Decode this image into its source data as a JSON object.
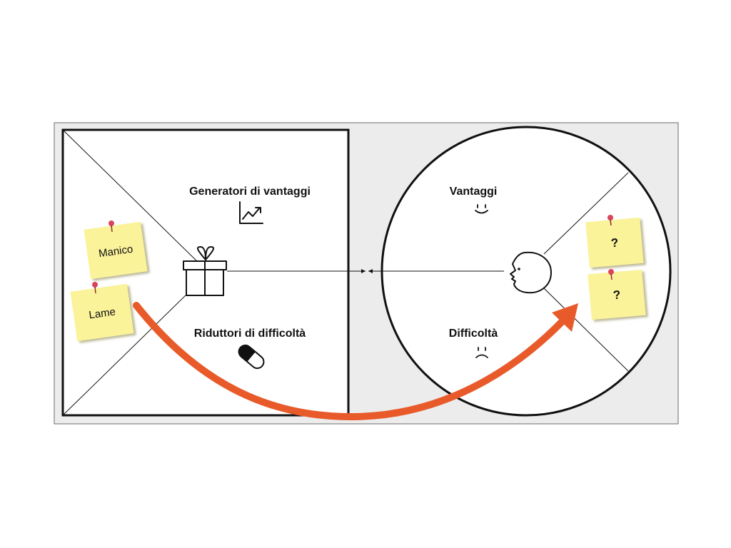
{
  "colors": {
    "frame_bg": "#ececec",
    "frame_border": "#6b6b6b",
    "line": "#111111",
    "sticky_note": "#fbf39a",
    "sticky_shadow": "#c9c37a",
    "pin": "#d9455a",
    "arrow": "#e85a2a"
  },
  "value_map": {
    "gain_creators": {
      "label": "Generatori di vantaggi",
      "icon": "chart-trend-icon"
    },
    "pain_relievers": {
      "label": "Riduttori di difficoltà",
      "icon": "pill-icon"
    },
    "products_services": {
      "icon": "gift-icon"
    },
    "notes": [
      {
        "text": "Manico"
      },
      {
        "text": "Lame"
      }
    ]
  },
  "customer_profile": {
    "gains": {
      "label": "Vantaggi",
      "icon": "smile-icon"
    },
    "pains": {
      "label": "Difficoltà",
      "icon": "frown-icon"
    },
    "customer_jobs": {
      "icon": "face-profile-icon"
    },
    "notes": [
      {
        "text": "?"
      },
      {
        "text": "?"
      }
    ]
  },
  "connector": {
    "icon": "fit-arrows-icon"
  },
  "transfer_arrow": {
    "icon": "curved-arrow-icon"
  }
}
